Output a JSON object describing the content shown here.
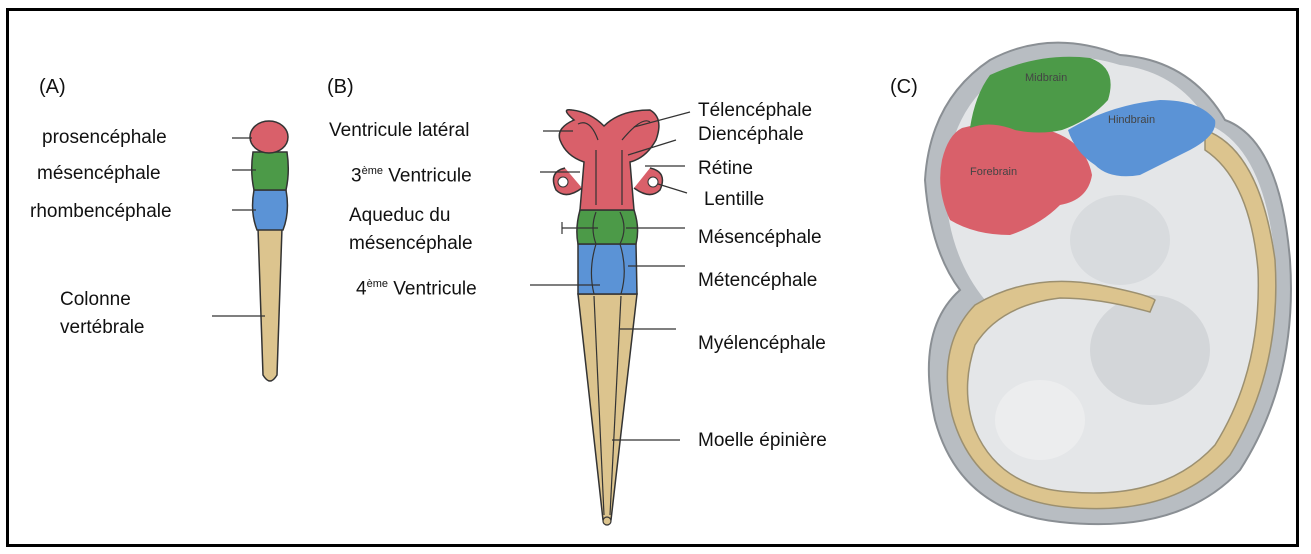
{
  "panels": {
    "a": "(A)",
    "b": "(B)",
    "c": "(C)"
  },
  "panel_a": {
    "prosencephale": "prosencéphale",
    "mesencephale": "mésencéphale",
    "rhombencephale": "rhombencéphale",
    "colonne_1": "Colonne",
    "colonne_2": "vertébrale"
  },
  "panel_b": {
    "ventricule_lateral": "Ventricule latéral",
    "ventricule_3_num": "3",
    "ventricule_3_sup": "ème",
    "ventricule_3_text": " Ventricule",
    "aqueduc_1": "Aqueduc du",
    "aqueduc_2": "mésencéphale",
    "ventricule_4_num": "4",
    "ventricule_4_sup": "ème",
    "ventricule_4_text": " Ventricule",
    "telencephale": "Télencéphale",
    "diencephale": "Diencéphale",
    "retine": "Rétine",
    "lentille": "Lentille",
    "mesencephale": "Mésencéphale",
    "metencephale": "Métencéphale",
    "myelencephale": "Myélencéphale",
    "moelle": "Moelle épinière"
  },
  "panel_c": {
    "midbrain": "Midbrain",
    "hindbrain": "Hindbrain",
    "forebrain": "Forebrain"
  },
  "colors": {
    "forebrain": "#d9606a",
    "midbrain": "#4c9a48",
    "hindbrain": "#5b93d6",
    "spinal": "#dcc48e",
    "outline": "#333333"
  }
}
